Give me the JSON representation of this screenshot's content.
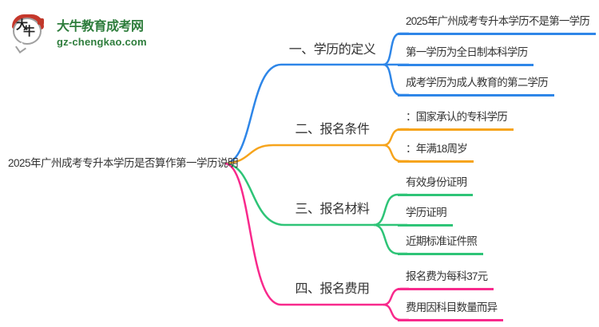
{
  "logo": {
    "title": "大牛教育成考网",
    "domain": "gz-chengkao.com",
    "icon_char_1": "大",
    "icon_char_2": "牛",
    "brand_color": "#2e7d3c",
    "accent_red": "#c5372b"
  },
  "root": {
    "label": "2025年广州成考专升本学历是否算作第一学历说明"
  },
  "branches": [
    {
      "label": "一、学历的定义",
      "color": "#2e86e8",
      "children": [
        "2025年广州成考专升本学历不是第一学历",
        "第一学历为全日制本科学历",
        "成考学历为成人教育的第二学历"
      ]
    },
    {
      "label": "二、报名条件",
      "color": "#f6a41c",
      "children": [
        "：国家承认的专科学历",
        "：年满18周岁"
      ]
    },
    {
      "label": "三、报名材料",
      "color": "#2ec477",
      "children": [
        "有效身份证明",
        "学历证明",
        "近期标准证件照"
      ]
    },
    {
      "label": "四、报名费用",
      "color": "#f8298c",
      "children": [
        "报名费为每科37元",
        "费用因科目数量而异"
      ]
    }
  ],
  "text_color": "#333333",
  "background": "#ffffff"
}
